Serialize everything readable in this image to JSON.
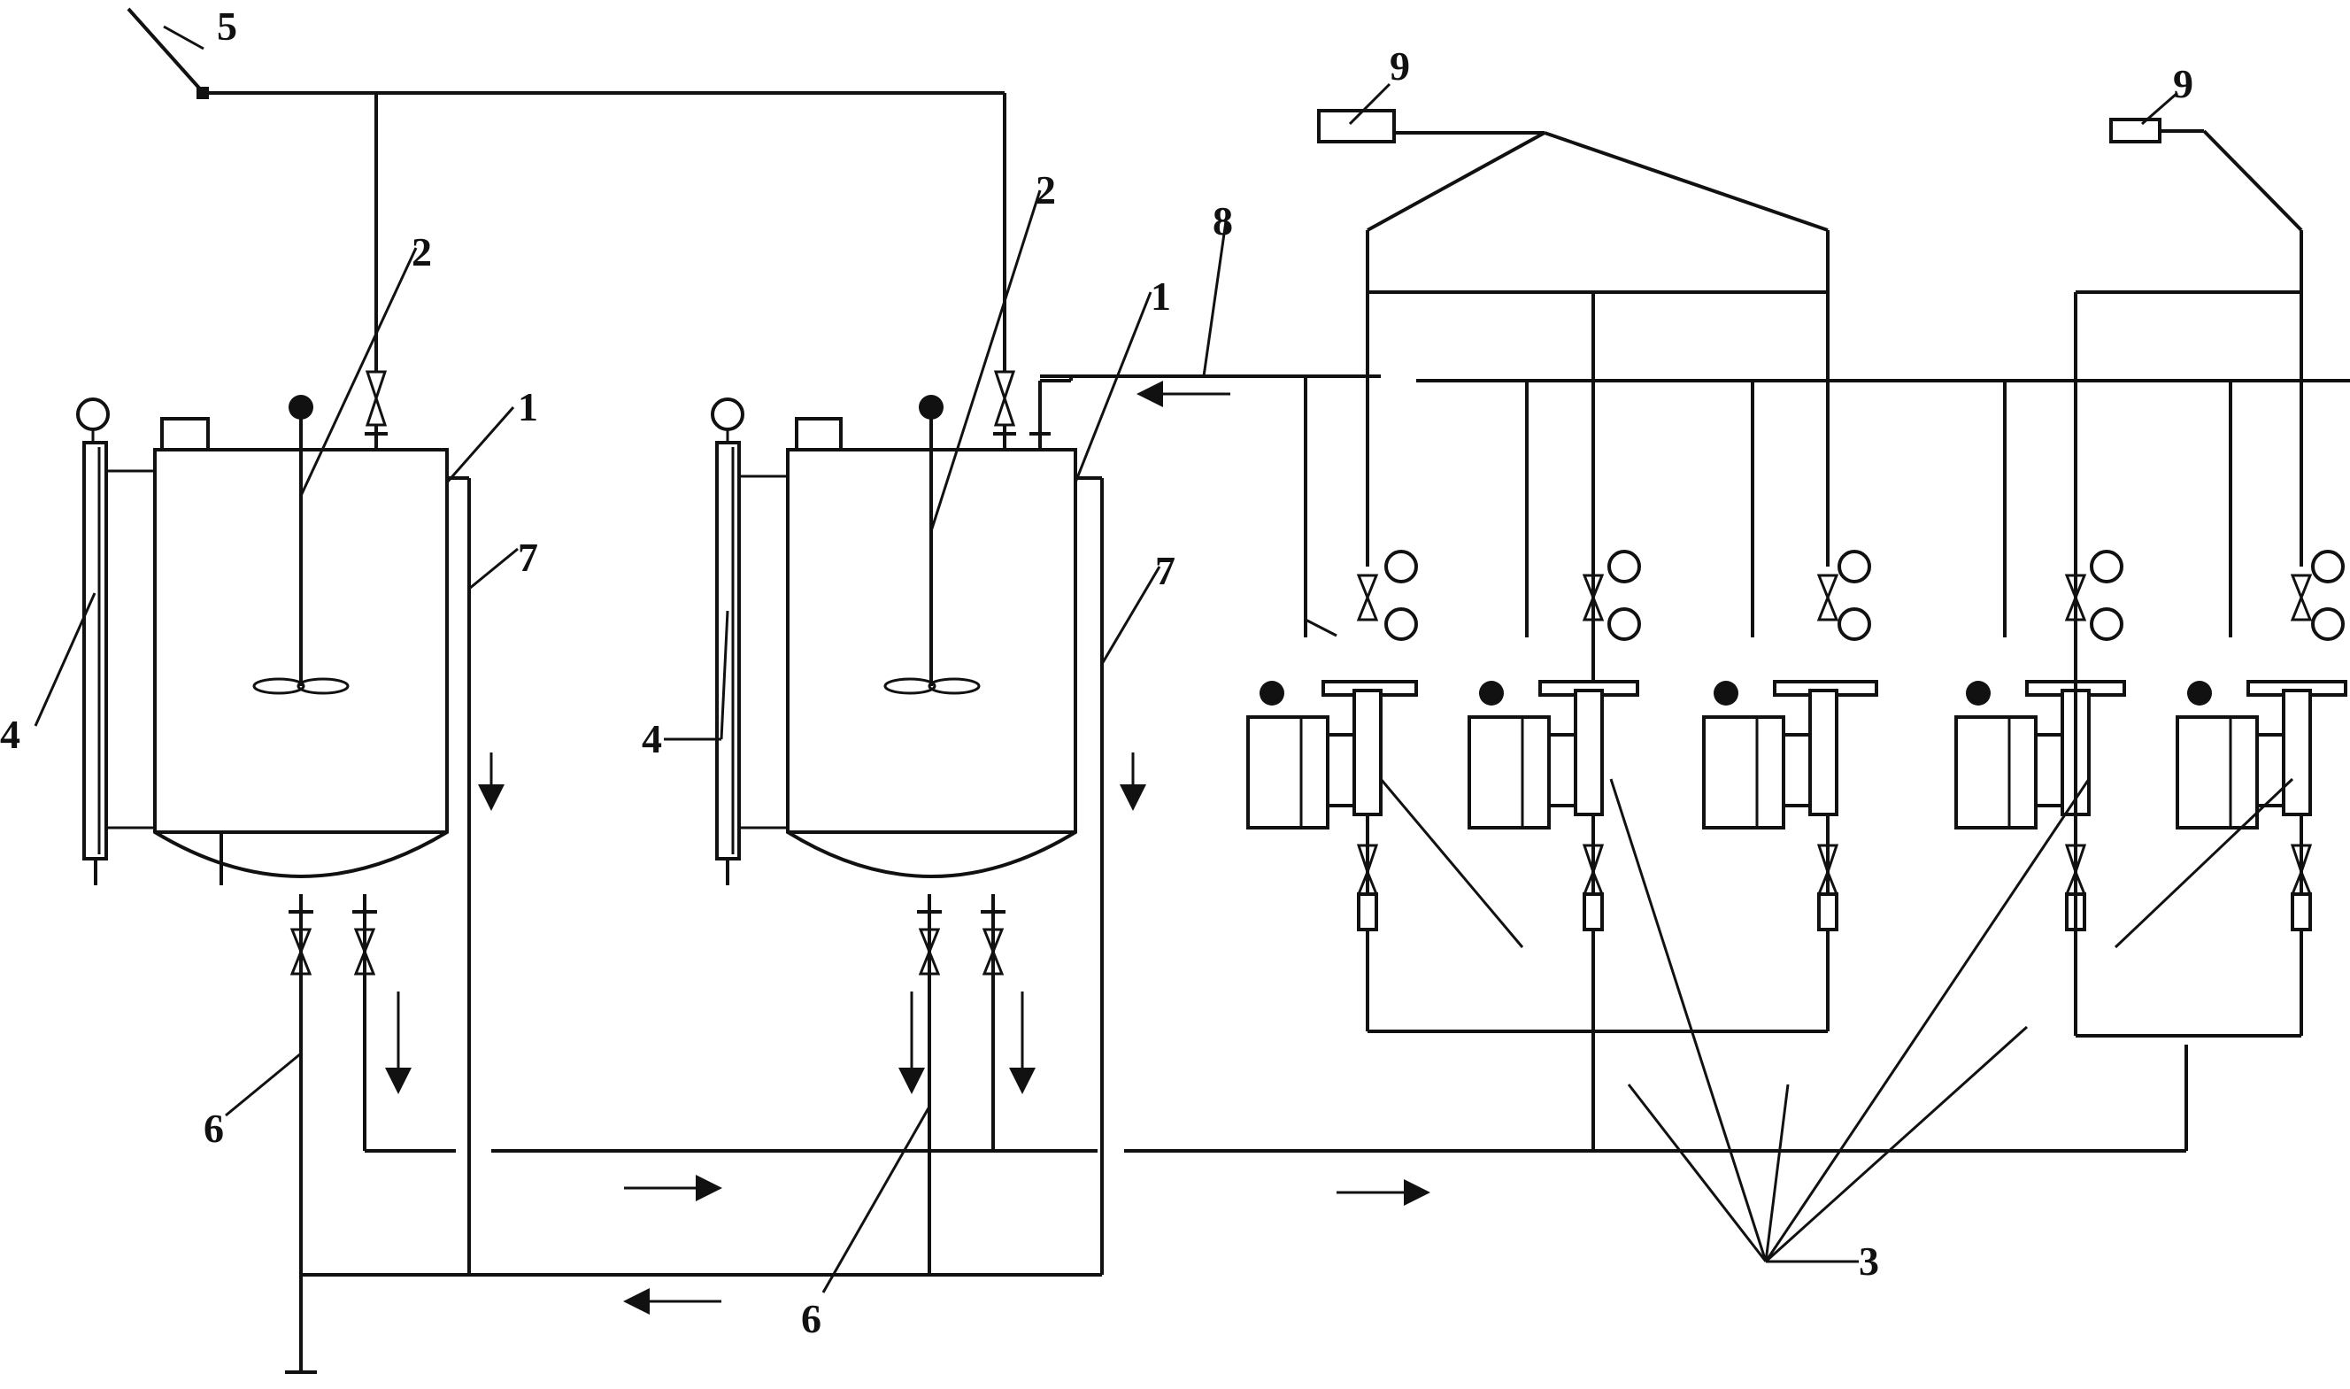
{
  "labels": {
    "tank_shell": "1",
    "agitator": "2",
    "pump_units": "3",
    "level_gauge": "4",
    "vent_pipe": "5",
    "outlet_pipe": "6",
    "return_pipe": "7",
    "feed_line": "8",
    "controller": "9"
  },
  "colors": {
    "stroke": "#111111",
    "background": "#ffffff"
  }
}
